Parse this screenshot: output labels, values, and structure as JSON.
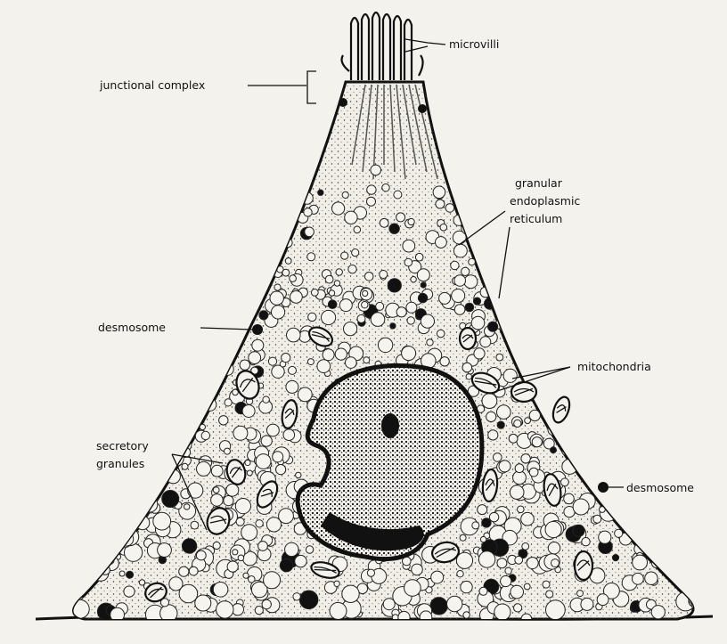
{
  "labels": {
    "microvilli": "microvilli",
    "junctional_complex": "junctional complex",
    "granular_er": [
      "granular",
      "endoplasmic",
      "reticulum"
    ],
    "desmosome_left": "desmosome",
    "mitochondria": "mitochondria",
    "secretory_granules": [
      "secretory",
      "granules"
    ],
    "desmosome_right": "desmosome"
  },
  "colors": {
    "paper": "#f4f2ec",
    "ink": "#111111",
    "cytoplasm": "#f0eee6"
  }
}
